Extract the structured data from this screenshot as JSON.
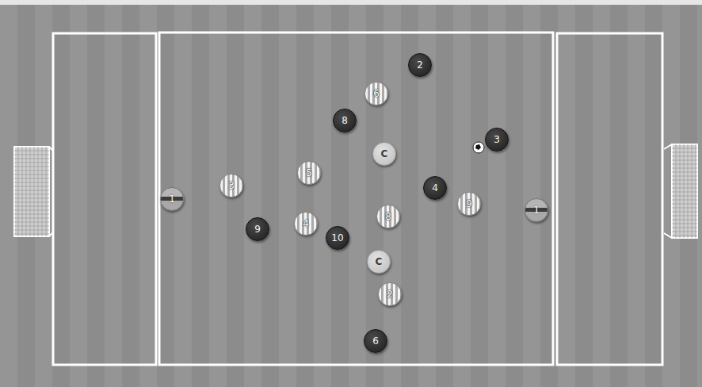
{
  "diagram": {
    "nodes": [
      {
        "text": [
          "2"
        ]
      },
      {
        "text": [
          "6"
        ]
      },
      {
        "text": [
          "8"
        ]
      },
      {
        "text": [
          "3"
        ]
      },
      {
        "text": [
          "C"
        ]
      },
      {
        "text": [
          "5"
        ]
      },
      {
        "text": [
          "3"
        ]
      },
      {
        "text": [
          "4"
        ]
      },
      {
        "text": [
          "1"
        ]
      },
      {
        "text": [
          "9"
        ]
      },
      {
        "text": [
          "1"
        ]
      },
      {
        "text": [
          "8"
        ]
      },
      {
        "text": [
          "4"
        ]
      },
      {
        "text": [
          "9"
        ]
      },
      {
        "text": [
          "10"
        ]
      },
      {
        "text": [
          "C"
        ]
      },
      {
        "text": [
          "2"
        ]
      },
      {
        "text": [
          "6"
        ]
      }
    ]
  }
}
